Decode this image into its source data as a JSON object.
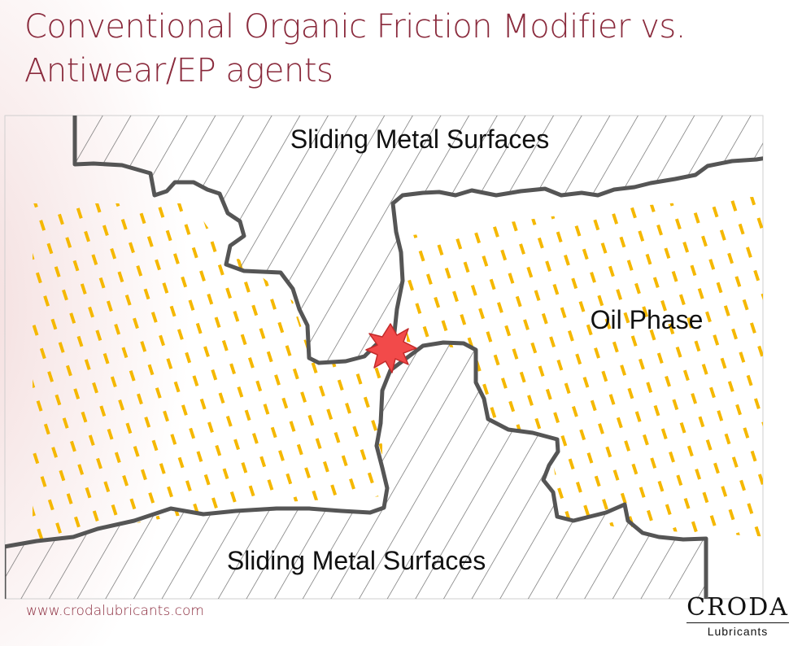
{
  "slide": {
    "title": "Conventional Organic Friction Modifier vs. Antiwear/EP agents",
    "footer_url": "www.crodalubricants.com"
  },
  "logo": {
    "name": "CRODA",
    "tagline": "Lubricants"
  },
  "diagram": {
    "labels": {
      "top_surface": "Sliding Metal Surfaces",
      "bottom_surface": "Sliding Metal Surfaces",
      "oil_phase": "Oil Phase"
    },
    "colors": {
      "surface_line": "#555555",
      "hatch": "#6d6d6d",
      "friction_modifier": "#f5b800",
      "contact_burst": "#f24a4a",
      "frame": "#cfcfcf"
    },
    "icons": {
      "contact": "red-star-burst"
    }
  }
}
